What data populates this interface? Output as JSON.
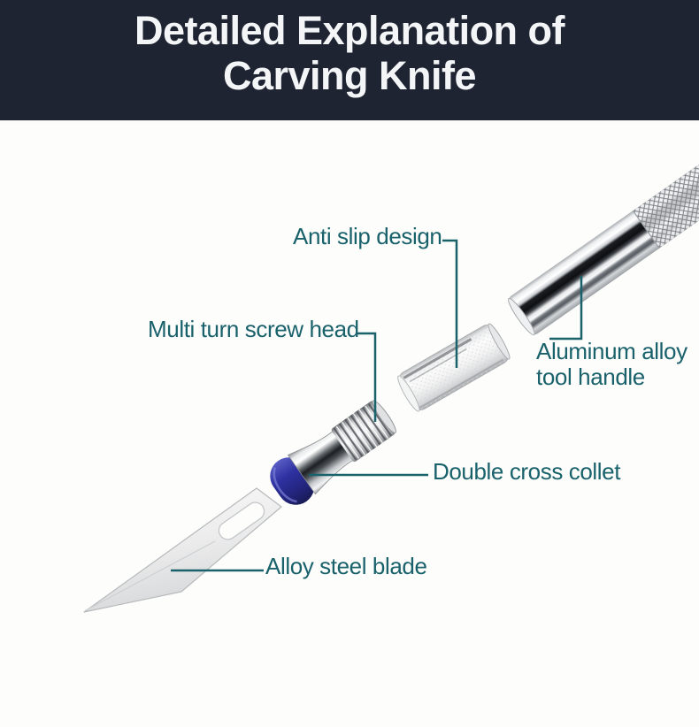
{
  "header": {
    "title_line1": "Detailed Explanation of",
    "title_line2": "Carving Knife"
  },
  "colors": {
    "header_bg": "#1f2433",
    "title_text": "#f4f5f7",
    "accent_teal": "#19616b",
    "collet_blue": "#2c2f9e",
    "background": "#fdfdfb"
  },
  "diagram": {
    "labels": {
      "anti_slip": "Anti slip design",
      "screw_head": "Multi turn screw head",
      "handle_line1": "Aluminum alloy",
      "handle_line2": "tool handle",
      "collet": "Double cross collet",
      "blade": "Alloy steel blade"
    },
    "parts": [
      "alloy-steel-blade",
      "double-cross-collet",
      "multi-turn-screw-head",
      "anti-slip-sleeve",
      "aluminum-alloy-tool-handle"
    ]
  }
}
